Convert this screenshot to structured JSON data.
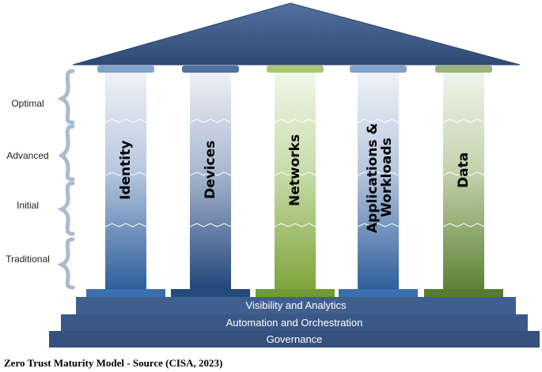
{
  "maturity_levels": [
    "Optimal",
    "Advanced",
    "Initial",
    "Traditional"
  ],
  "pillars": [
    {
      "label": "Identity",
      "theme": "blue"
    },
    {
      "label": "Devices",
      "theme": "navy"
    },
    {
      "label": "Networks",
      "theme": "green"
    },
    {
      "label": "Applications & Workloads",
      "theme": "blue"
    },
    {
      "label": "Data",
      "theme": "olive"
    }
  ],
  "foundation": {
    "visibility": "Visibility and Analytics",
    "automation": "Automation and Orchestration",
    "governance": "Governance"
  },
  "caption": "Zero Trust Maturity Model - Source (CISA, 2023)",
  "colors": {
    "roof": "#3d5a86",
    "roof_edge": "#2c4468",
    "step_top": "#3f5f8f",
    "step_mid": "#3a5886",
    "step_bottom": "#34507c",
    "bracket": "#9fb2cc",
    "blue_light": "#e6ecf4",
    "blue_dark": "#2f5f9c",
    "navy_light": "#e4e8f0",
    "navy_dark": "#23487a",
    "green_light": "#eaf1dc",
    "green_dark": "#7fa53c",
    "olive_light": "#e8eedf",
    "olive_dark": "#5f8236"
  }
}
